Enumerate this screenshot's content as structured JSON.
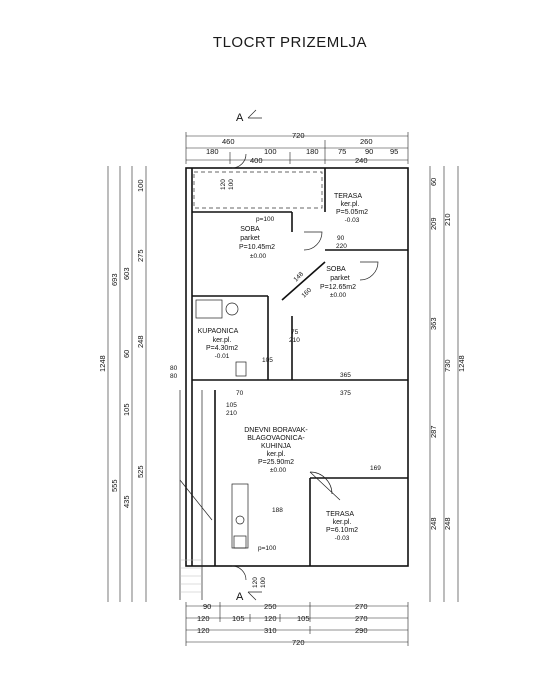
{
  "title": "TLOCRT PRIZEMLJA",
  "section_marker": "A",
  "rooms": [
    {
      "name": "SOBA",
      "floor": "parket",
      "area": "P=10.45m2",
      "level": "±0.00"
    },
    {
      "name": "SOBA",
      "floor": "parket",
      "area": "P=12.65m2",
      "level": "±0.00"
    },
    {
      "name": "TERASA",
      "floor": "ker.pl.",
      "area": "P=5.05m2",
      "level": "-0.03"
    },
    {
      "name": "KUPAONICA",
      "floor": "ker.pl.",
      "area": "P=4.30m2",
      "level": "-0.01"
    },
    {
      "name": "DNEVNI BORAVAK-",
      "name2": "BLAGOVAONICA-",
      "name3": "KUHINJA",
      "floor": "ker.pl.",
      "area": "P=25.90m2",
      "level": "±0.00"
    },
    {
      "name": "TERASA",
      "floor": "ker.pl.",
      "area": "P=6.10m2",
      "level": "-0.03"
    }
  ],
  "dims_top": {
    "row1": [
      "720"
    ],
    "row2": [
      "460",
      "260"
    ],
    "row3": [
      "180",
      "100",
      "180",
      "75",
      "90",
      "95"
    ],
    "row4": [
      "400",
      "240"
    ]
  },
  "dims_bottom": {
    "row1": [
      "90",
      "250",
      "270"
    ],
    "row2": [
      "120",
      "105",
      "120",
      "105",
      "270"
    ],
    "row3": [
      "120",
      "310",
      "290"
    ],
    "row4": [
      "720"
    ]
  },
  "dims_left": {
    "outer": [
      "1248"
    ],
    "mid1": [
      "693",
      "555"
    ],
    "mid2": [
      "603",
      "435"
    ],
    "inner": [
      "275",
      "248",
      "525",
      "100",
      "105",
      "60"
    ]
  },
  "dims_right": {
    "outer": [
      "1248"
    ],
    "mid": [
      "210",
      "730",
      "248"
    ],
    "inner": [
      "209",
      "363",
      "287",
      "248",
      "60"
    ]
  },
  "inner_labels": [
    "p=100",
    "90",
    "220",
    "75",
    "210",
    "105",
    "365",
    "70",
    "375",
    "105",
    "210",
    "169",
    "188",
    "p=100",
    "80",
    "80",
    "120",
    "100",
    "120",
    "100",
    "148",
    "160"
  ]
}
